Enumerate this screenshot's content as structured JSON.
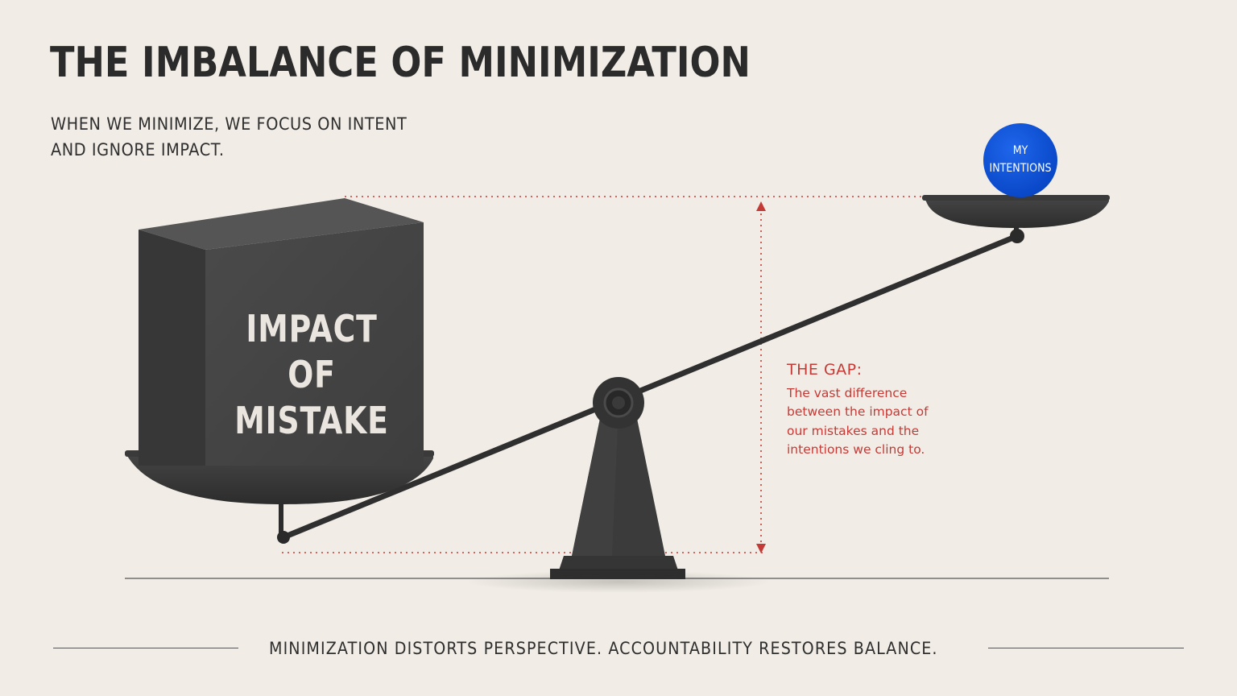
{
  "title": "THE IMBALANCE OF MINIMIZATION",
  "subtitle": "WHEN WE MINIMIZE, WE FOCUS ON INTENT AND IGNORE IMPACT.",
  "block": {
    "line1": "IMPACT OF",
    "line2": "MISTAKE"
  },
  "ball": {
    "line1": "MY",
    "line2": "INTENTIONS",
    "color": "#0a4fd6"
  },
  "gap": {
    "title": "THE GAP:",
    "text": "The vast difference between the impact of our mistakes and the intentions we cling to.",
    "color": "#c43a36"
  },
  "footer": "MINIMIZATION DISTORTS PERSPECTIVE. ACCOUNTABILITY RESTORES BALANCE.",
  "colors": {
    "background": "#f1ede6",
    "metal": "#3a3a3a",
    "accent_red": "#c43a36",
    "accent_blue": "#0a4fd6"
  }
}
